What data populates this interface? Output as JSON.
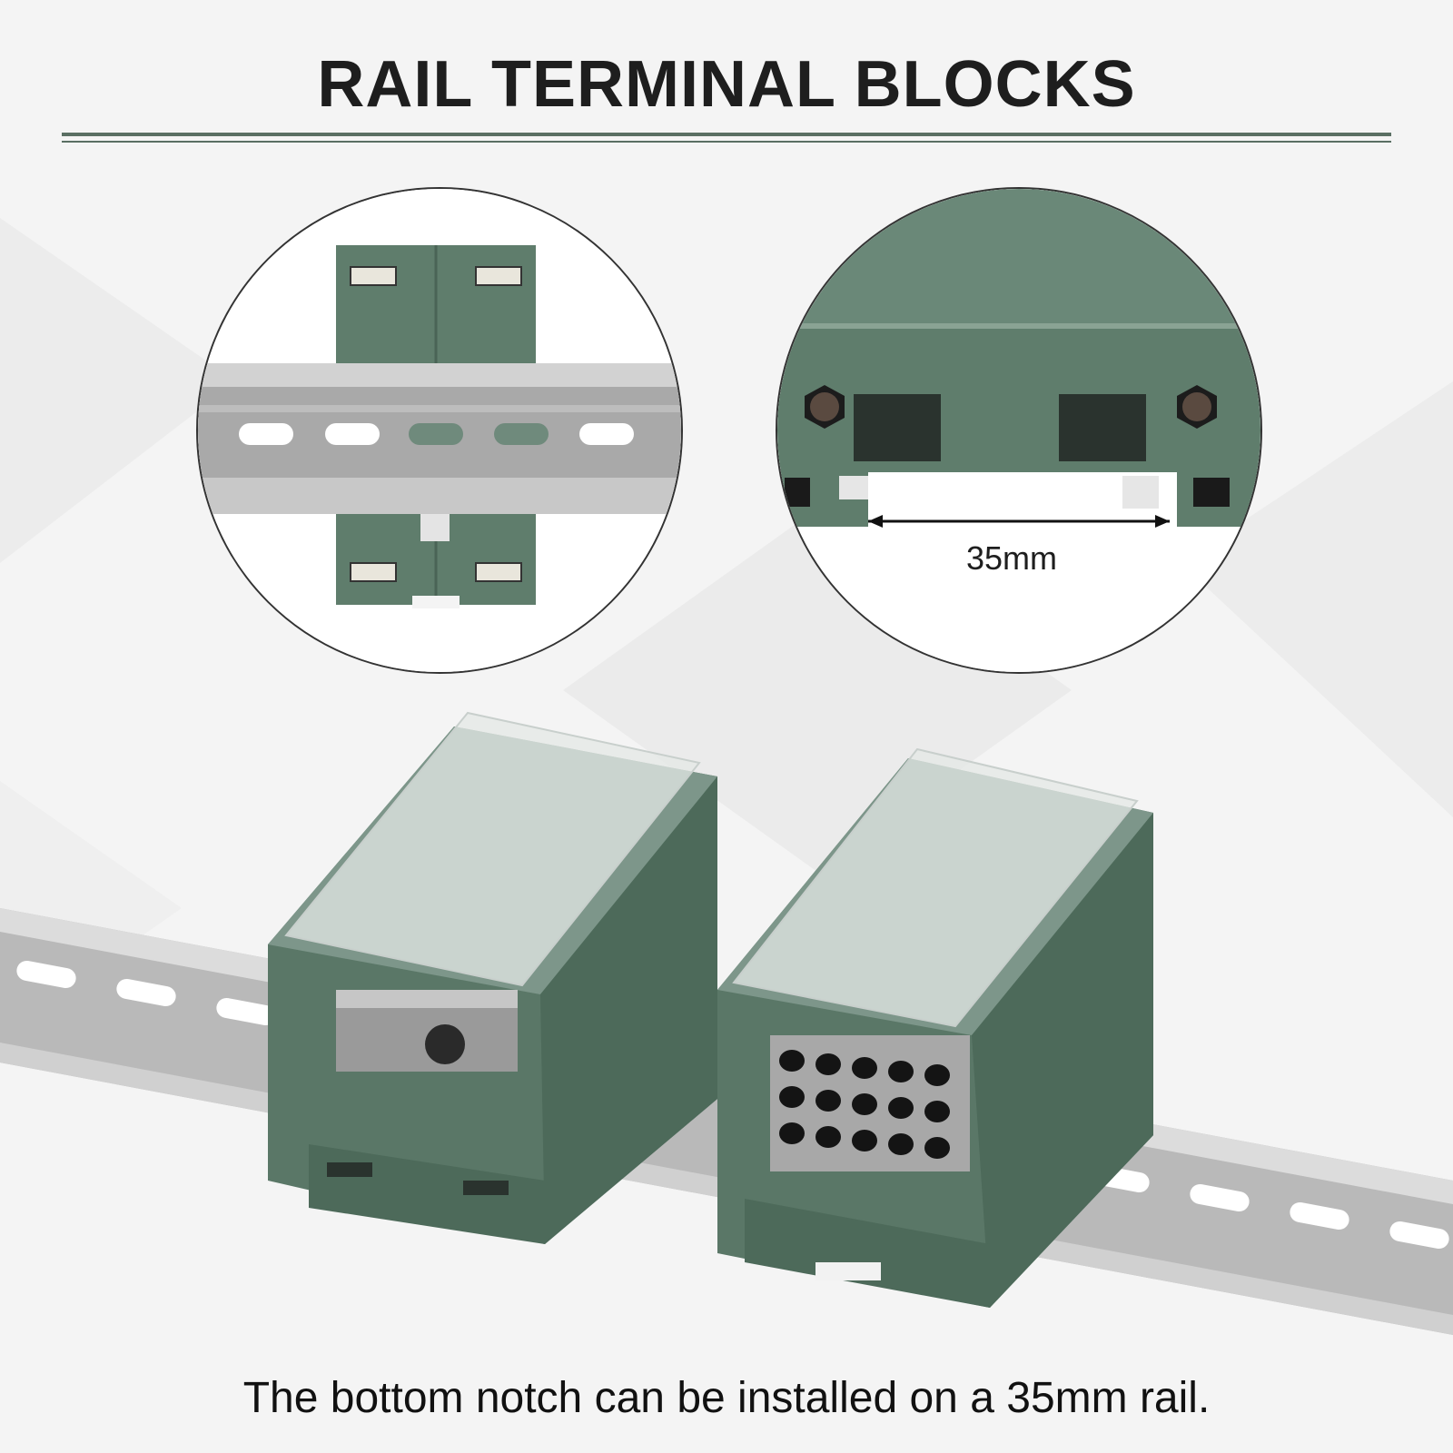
{
  "title": "RAIL TERMINAL BLOCKS",
  "detail_right": {
    "dimension_label": "35mm"
  },
  "caption": "The bottom notch can be installed on a 35mm rail.",
  "colors": {
    "housing_green": "#5f7d6c",
    "title_rule": "#5a6f63",
    "rail_silver": "#b9b9b9"
  }
}
